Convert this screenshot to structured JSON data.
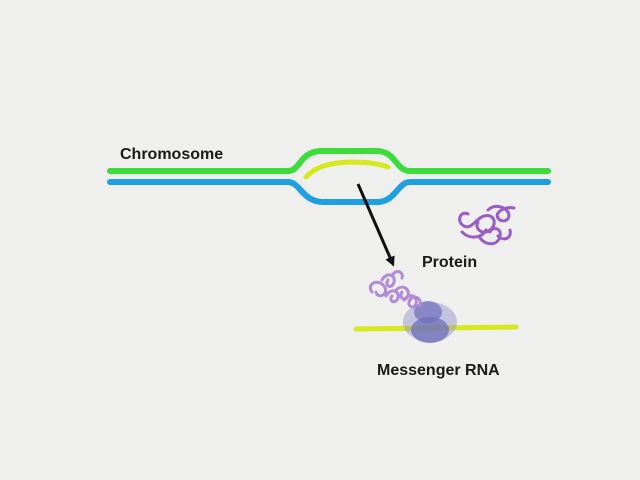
{
  "labels": {
    "chromosome": "Chromosome",
    "protein": "Protein",
    "messenger_rna": "Messenger RNA"
  },
  "colors": {
    "background": "#efefed",
    "dna_strand_top": "#3ddc3d",
    "dna_strand_bottom": "#1ea0e0",
    "rna": "#d6e81e",
    "protein": "#9a5cc8",
    "ribosome": "#8f8fd0",
    "arrow": "#111111"
  },
  "icons": {
    "arrow": "arrow-down-right",
    "ribosome": "ribosome-shape",
    "protein": "coiled-protein-chain"
  }
}
